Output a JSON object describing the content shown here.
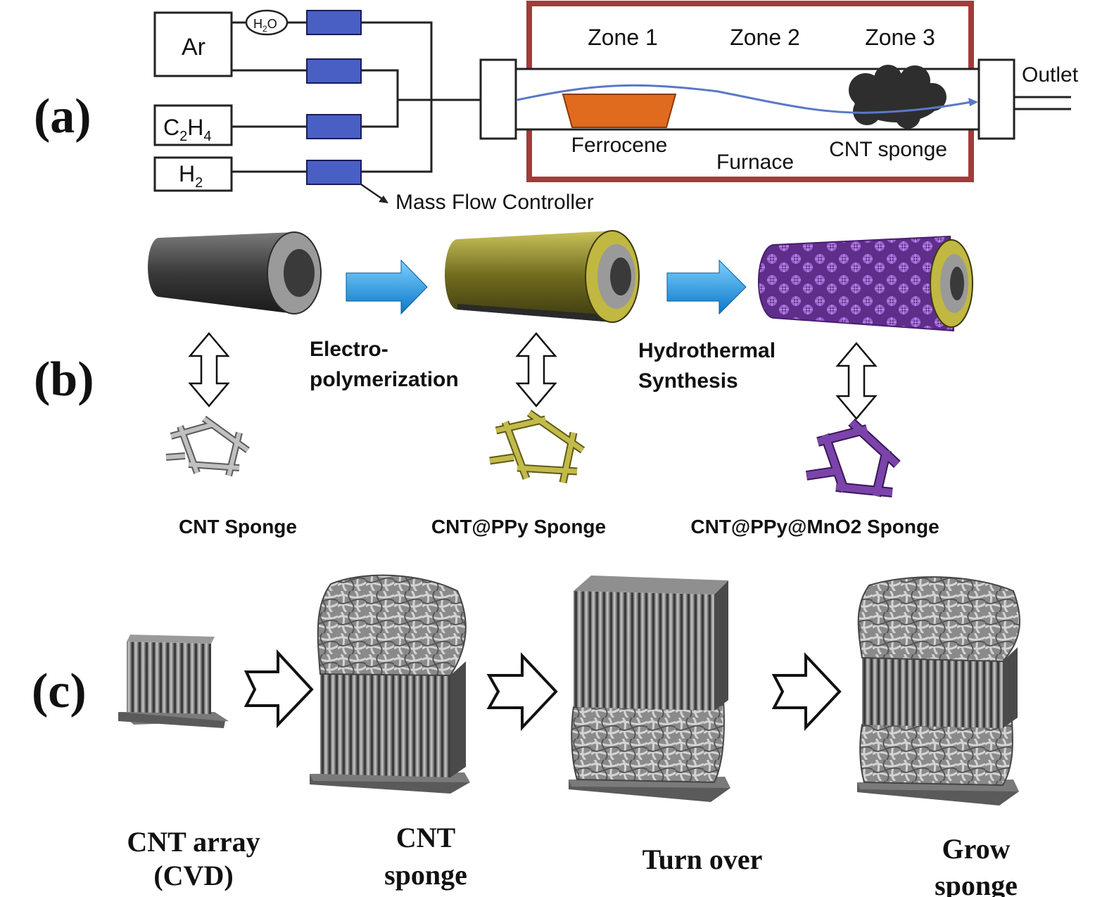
{
  "panel_a": {
    "label": "(a)",
    "gases": {
      "ar": "Ar",
      "c2h4": "C",
      "c2h4_sub2": "2",
      "c2h4_h": "H",
      "c2h4_sub4": "4",
      "h2": "H",
      "h2_sub": "2"
    },
    "water": {
      "h": "H",
      "sub": "2",
      "o": "O"
    },
    "mass_flow_controller": "Mass Flow Controller",
    "zones": [
      "Zone 1",
      "Zone 2",
      "Zone 3"
    ],
    "outlet": "Outlet",
    "ferrocene": "Ferrocene",
    "furnace": "Furnace",
    "cnt_sponge": "CNT sponge",
    "colors": {
      "furnace_border": "#a43a3a",
      "mfc": "#4a5fc4",
      "ferrocene": "#e06a1e",
      "gas_flow": "#5a78c8"
    }
  },
  "panel_b": {
    "label": "(b)",
    "step1": "Electro-",
    "step1_line2": "polymerization",
    "step2": "Hydrothermal",
    "step2_line2": "Synthesis",
    "products": [
      "CNT Sponge",
      "CNT@PPy Sponge",
      "CNT@PPy@MnO2 Sponge"
    ],
    "colors": {
      "cnt": "#555555",
      "ppy": "#8f8a2a",
      "mno2": "#6a3a9a",
      "arrow": "#1e90e0"
    }
  },
  "panel_c": {
    "label": "(c)",
    "stages": [
      {
        "line1": "CNT array",
        "line2": "(CVD)"
      },
      {
        "line1": "CNT",
        "line2": "sponge"
      },
      {
        "line1": "Turn over",
        "line2": ""
      },
      {
        "line1": "Grow",
        "line2": "sponge"
      }
    ]
  }
}
